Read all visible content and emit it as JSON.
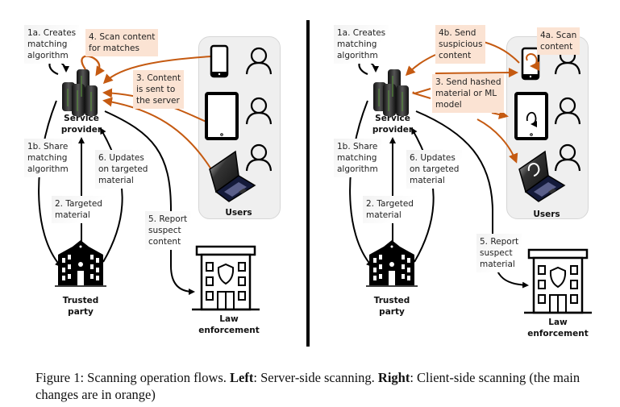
{
  "figure": {
    "colors": {
      "orange": "#c55a11",
      "orange_bg": "#fbe3d3",
      "black": "#000000",
      "panel_bg": "#efefef"
    },
    "left": {
      "title": "Server-side scanning",
      "labels": {
        "creates_algo": "1a. Creates\nmatching\nalgorithm",
        "scan_content": "4. Scan content\nfor matches",
        "content_sent": "3. Content\nis sent to\nthe server",
        "share_algo": "1b. Share\nmatching\nalgorithm",
        "updates": "6. Updates\non targeted\nmaterial",
        "targeted": "2. Targeted\nmaterial",
        "report": "5. Report\nsuspect\ncontent"
      },
      "nodes": {
        "service_provider": "Service\nprovider",
        "users": "Users",
        "trusted_party": "Trusted\nparty",
        "law_enforcement": "Law\nenforcement"
      }
    },
    "right": {
      "title": "Client-side scanning",
      "labels": {
        "creates_algo": "1a. Creates\nmatching\nalgorithm",
        "send_suspicious": "4b. Send\nsuspicious\ncontent",
        "scan_content": "4a. Scan\ncontent",
        "send_hashed": "3. Send hashed\nmaterial or ML\nmodel",
        "share_algo": "1b. Share\nmatching\nalgorithm",
        "updates": "6. Updates\non targeted\nmaterial",
        "targeted": "2. Targeted\nmaterial",
        "report": "5. Report\nsuspect\nmaterial"
      },
      "nodes": {
        "service_provider": "Service\nprovider",
        "users": "Users",
        "trusted_party": "Trusted\nparty",
        "law_enforcement": "Law\nenforcement"
      }
    },
    "icons": [
      "server-stack-icon",
      "smartphone-icon",
      "tablet-icon",
      "laptop-icon",
      "user-icon",
      "trusted-party-building-icon",
      "police-building-icon",
      "scan-cycle-icon"
    ]
  },
  "caption": {
    "prefix": "Figure 1: Scanning operation flows. ",
    "left_bold": "Left",
    "left_text": ": Server-side scanning. ",
    "right_bold": "Right",
    "right_text": ": Client-side scanning (the main changes are in orange)"
  }
}
